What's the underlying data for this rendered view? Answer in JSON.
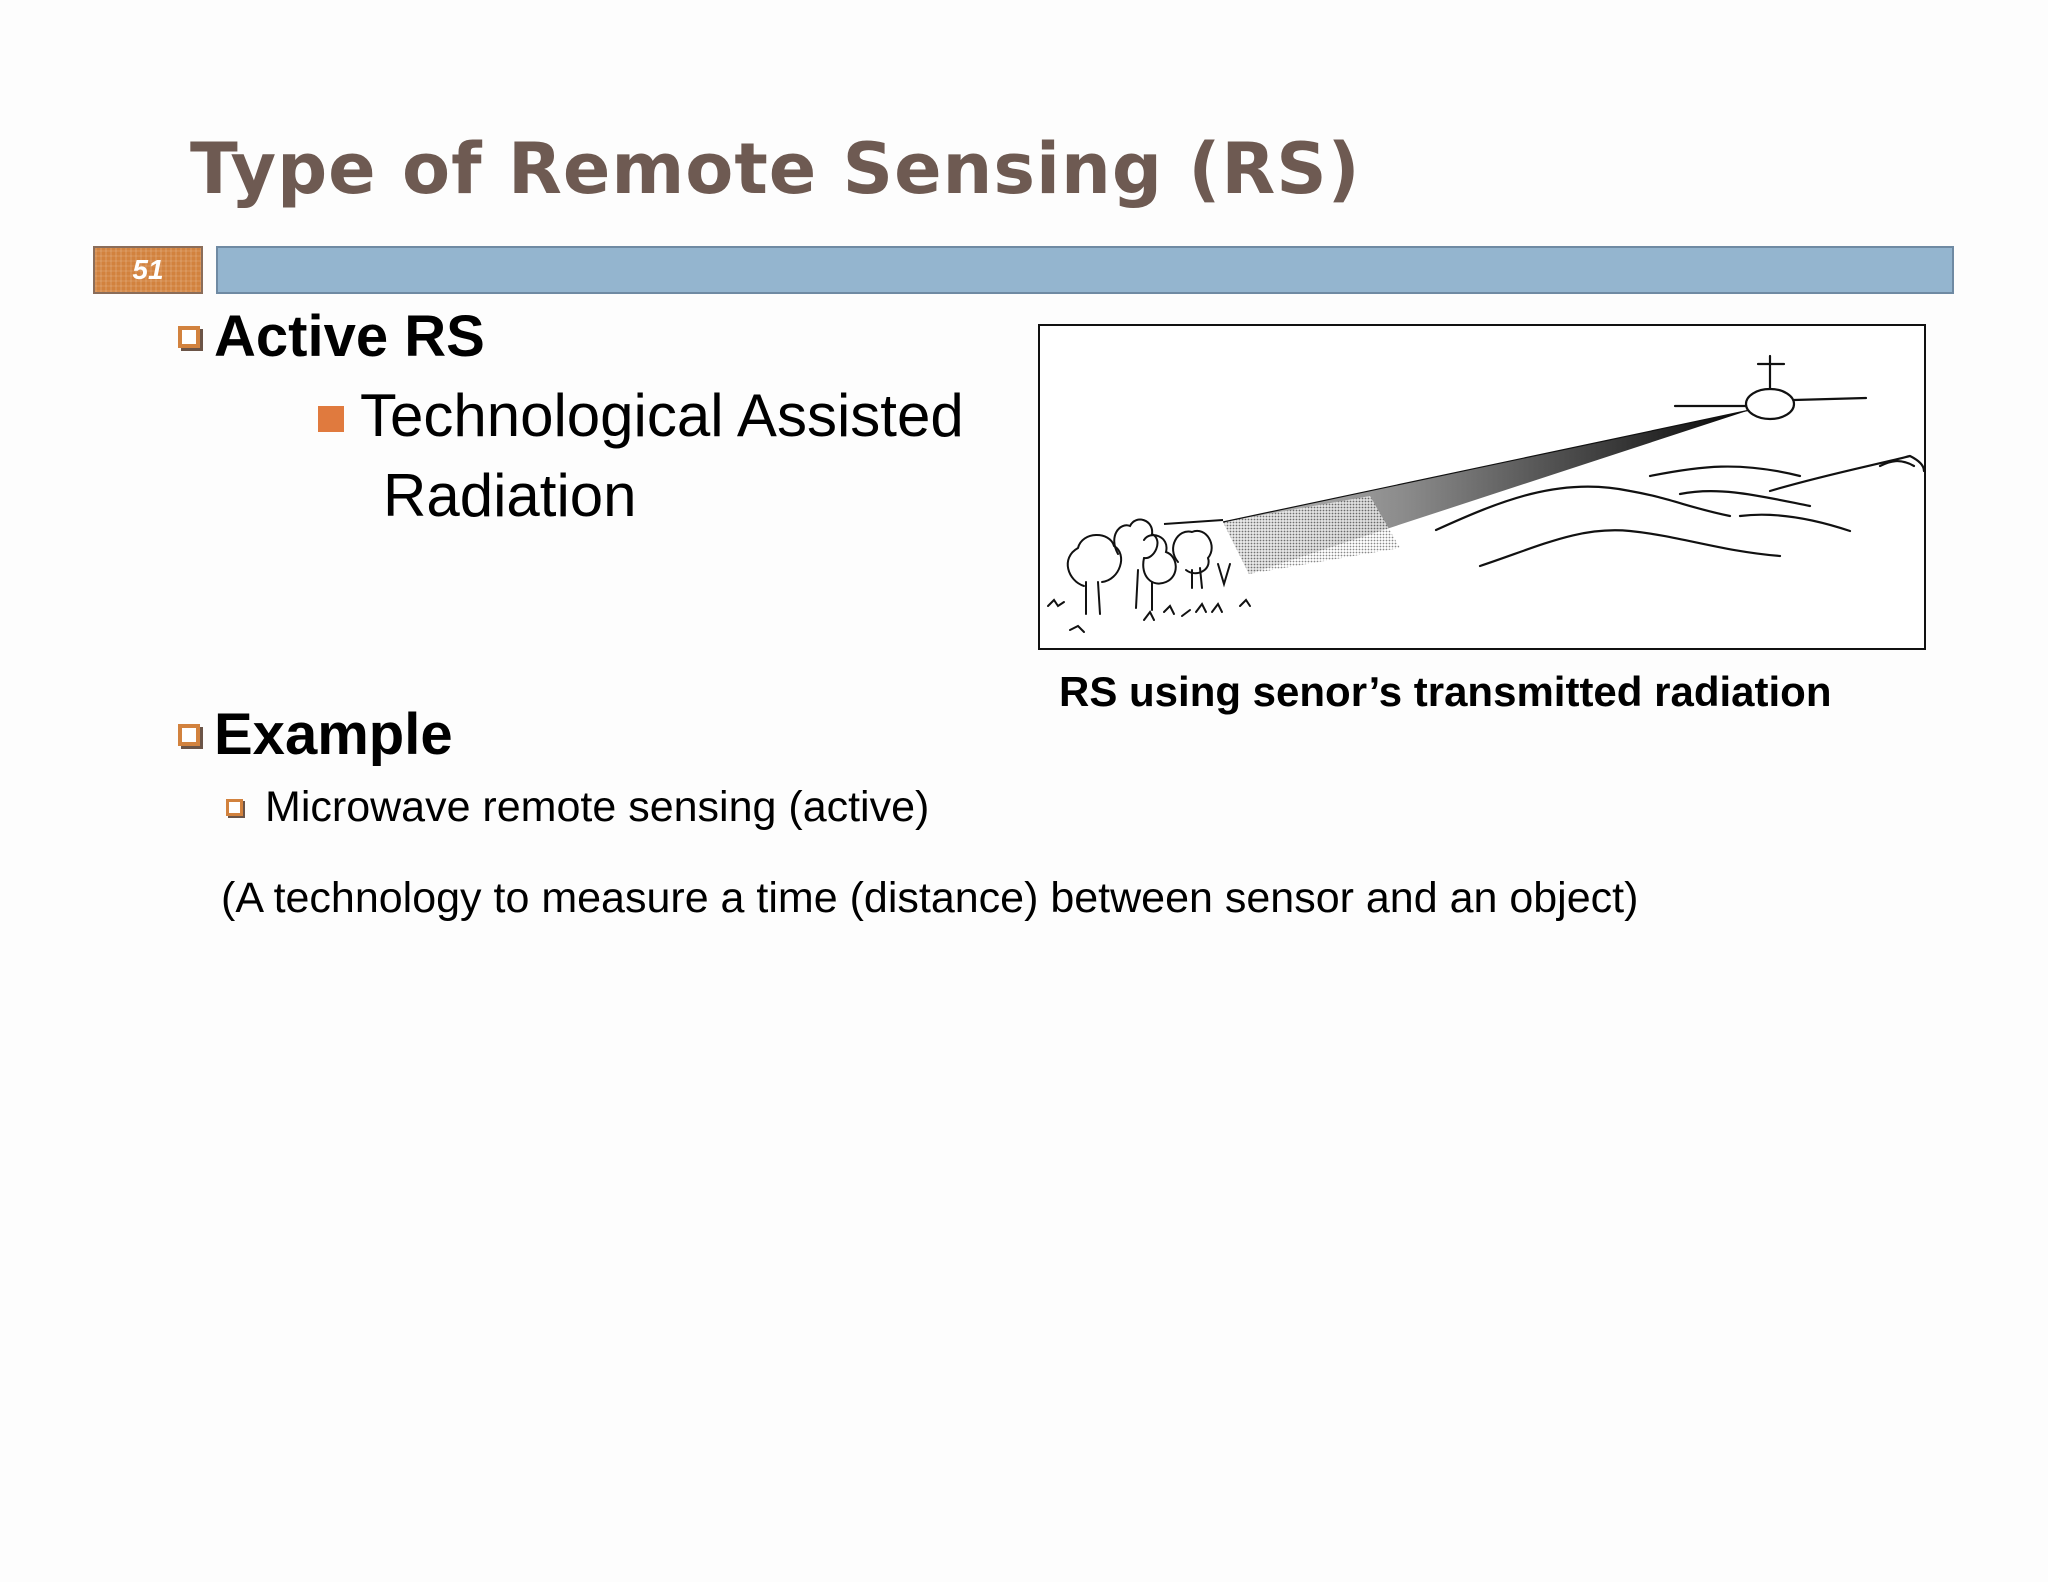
{
  "slide": {
    "title": "Type of Remote Sensing (RS)",
    "number": "51",
    "accent_color": "#d2823e",
    "bar_color": "#94b5cf",
    "title_color": "#6e5a52"
  },
  "content": {
    "active_heading": "Active RS",
    "active_sub_line1": "Technological Assisted",
    "active_sub_line2": "Radiation",
    "example_heading": "Example",
    "example_item": "Microwave remote sensing (active)",
    "note": "(A technology to measure a time (distance) between sensor and an object)"
  },
  "figure": {
    "caption": "RS using senor’s  transmitted radiation",
    "depicts": [
      "aircraft-icon",
      "radar-beam",
      "trees",
      "hills"
    ]
  }
}
